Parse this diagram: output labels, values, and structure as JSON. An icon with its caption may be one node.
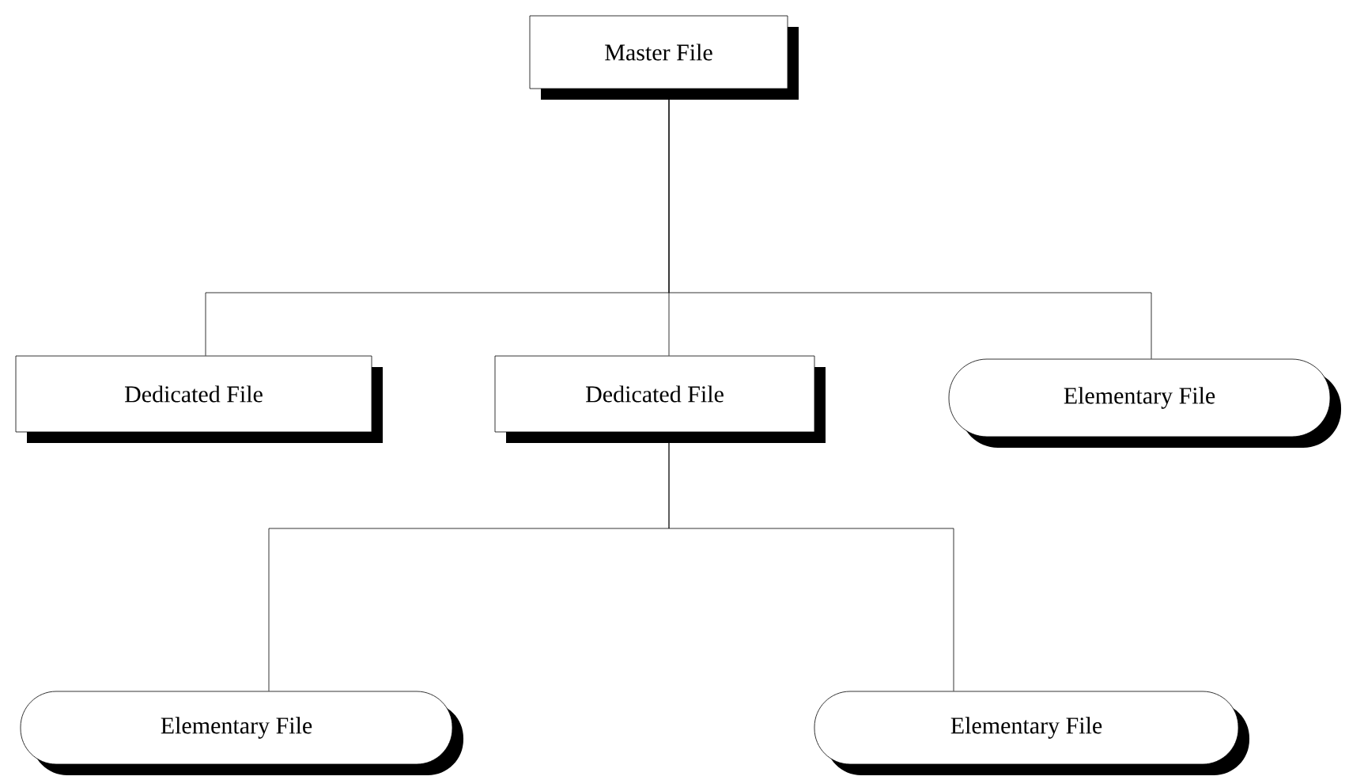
{
  "diagram": {
    "nodes": [
      {
        "text": [
          "Master File"
        ]
      },
      {
        "text": [
          "Dedicated File"
        ]
      },
      {
        "text": [
          "Dedicated File"
        ]
      },
      {
        "text": [
          "Elementary File"
        ]
      },
      {
        "text": [
          "Elementary File"
        ]
      },
      {
        "text": [
          "Elementary File"
        ]
      }
    ],
    "edges": [
      {
        "from": 0,
        "to": 1,
        "arrow": "none"
      },
      {
        "from": 0,
        "to": 2,
        "arrow": "none"
      },
      {
        "from": 0,
        "to": 3,
        "arrow": "none"
      },
      {
        "from": 2,
        "to": 4,
        "arrow": "none"
      },
      {
        "from": 2,
        "to": 5,
        "arrow": "none"
      }
    ]
  }
}
